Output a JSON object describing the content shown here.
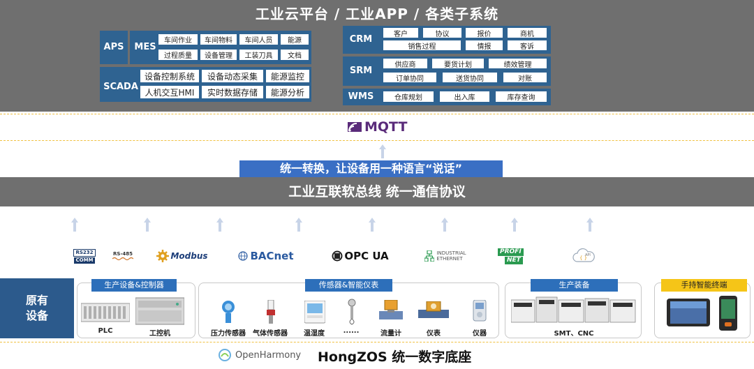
{
  "header": {
    "title": "工业云平台 / 工业APP / 各类子系统"
  },
  "left_panel": {
    "aps": "APS",
    "mes": "MES",
    "mes_cells": [
      "车间作业",
      "车间物料",
      "车间人员",
      "能源",
      "过程质量",
      "设备管理",
      "工装刀具",
      "文档"
    ],
    "scada": "SCADA",
    "scada_cells": [
      "设备控制系统",
      "设备动态采集",
      "能源监控",
      "人机交互HMI",
      "实时数据存储",
      "能源分析"
    ]
  },
  "right_panel": {
    "crm": "CRM",
    "crm_cells": [
      "客户",
      "协议",
      "报价",
      "商机",
      "销售过程",
      "情报",
      "客诉"
    ],
    "srm": "SRM",
    "srm_cells": [
      "供应商",
      "要货计划",
      "绩效管理",
      "订单协同",
      "送货协同",
      "对账"
    ],
    "wms": "WMS",
    "wms_cells": [
      "仓库规划",
      "出入库",
      "库存查询"
    ]
  },
  "mqtt": {
    "label": "MQTT"
  },
  "conversion": {
    "label": "统一转换，让设备用一种语言“说话”"
  },
  "bus": {
    "label": "工业互联软总线 统一通信协议"
  },
  "protocols": {
    "rs232": [
      "RS232",
      "COMM"
    ],
    "rs485": "RS-485",
    "modbus": "Modbus",
    "bacnet": "BACnet",
    "opcua": "OPC UA",
    "industrial_ethernet": [
      "INDUSTRIAL",
      "ETHERNET"
    ],
    "profinet": [
      "PROFI",
      "NET"
    ],
    "api": "API"
  },
  "devices": {
    "original": [
      "原有",
      "设备"
    ],
    "group1": {
      "tag": "生产设备&控制器",
      "items": [
        "PLC",
        "工控机"
      ]
    },
    "group2": {
      "tag": "传感器&智能仪表",
      "items": [
        "压力传感器",
        "气体传感器",
        "温湿度",
        "......",
        "流量计",
        "仪表",
        "仪器"
      ]
    },
    "group3": {
      "tag": "生产装备",
      "items": [
        "SMT、CNC"
      ]
    },
    "group4": {
      "tag": "手持智能终端"
    }
  },
  "base": {
    "title": "HongZOS 统一数字底座",
    "openharmony": "OpenHarmony"
  },
  "colors": {
    "gray_band": "#6f6f6f",
    "block_blue": "#2f6391",
    "bar_blue": "#3a6fc4",
    "tag_blue": "#2d6fba",
    "tag_yellow": "#f5c518",
    "dash_yellow": "#f0c040",
    "mqtt_purple": "#5a2b7a"
  }
}
